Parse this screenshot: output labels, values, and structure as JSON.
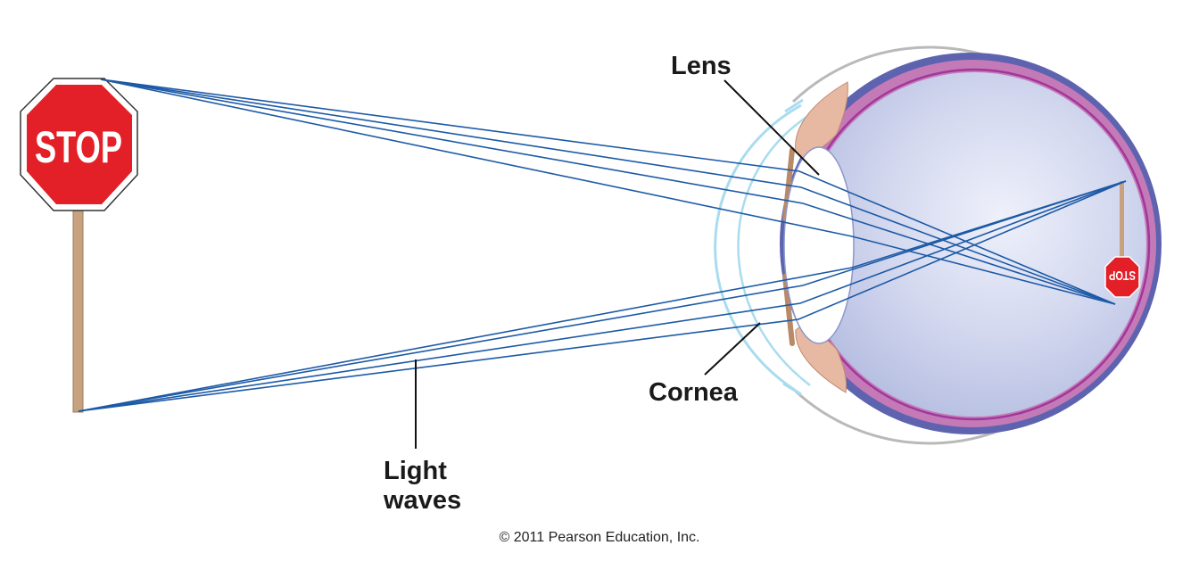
{
  "labels": {
    "lens": "Lens",
    "cornea": "Cornea",
    "light_line1": "Light",
    "light_line2": "waves"
  },
  "sign": {
    "text": "STOP",
    "inverted_text": "STOP"
  },
  "footer": {
    "copyright": "© 2011 Pearson Education, Inc."
  },
  "colors": {
    "stop_red": "#e32027",
    "pole": "#c8a27e",
    "light_ray": "#1d5aa6",
    "sclera_outline": "#b5b5b5",
    "choroid": "#5e63b0",
    "retina": "#c57ab8",
    "vitreous": "#c6cde8",
    "cornea": "#a9dcef",
    "iris": "#e7b9a3",
    "lens_fill": "#ffffff"
  }
}
